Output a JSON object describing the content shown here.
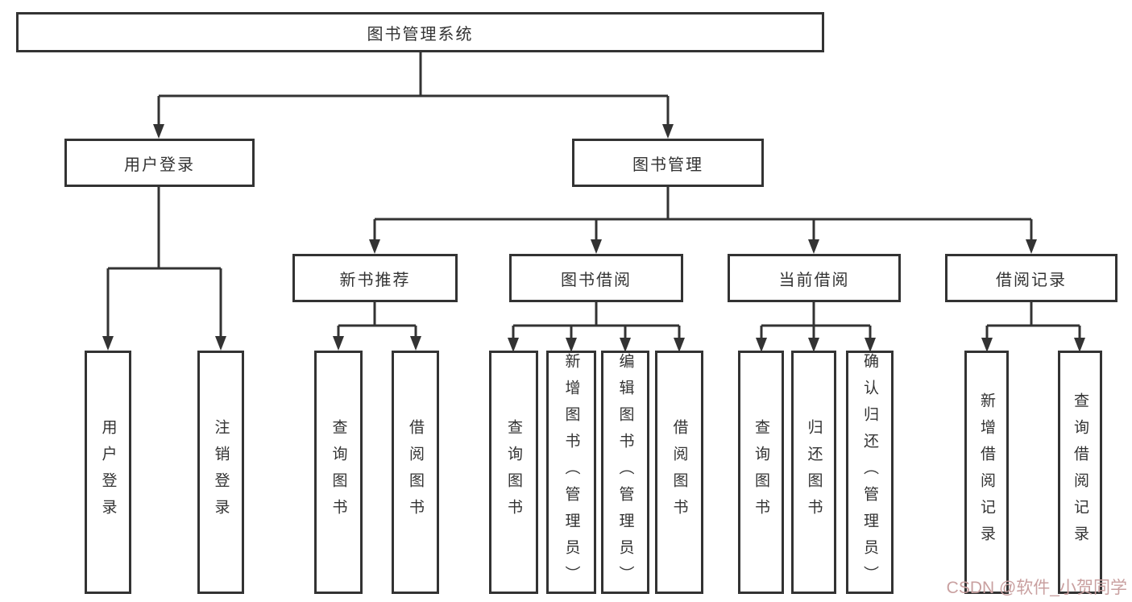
{
  "diagram_title": "图书管理系统",
  "tree": {
    "root": {
      "label": "图书管理系统",
      "children": [
        {
          "label": "用户登录",
          "children": [
            {
              "label": "用户登录"
            },
            {
              "label": "注销登录"
            }
          ]
        },
        {
          "label": "图书管理",
          "children": [
            {
              "label": "新书推荐",
              "children": [
                {
                  "label": "查询图书"
                },
                {
                  "label": "借阅图书"
                }
              ]
            },
            {
              "label": "图书借阅",
              "children": [
                {
                  "label": "查询图书"
                },
                {
                  "label": "新增图书（管理员）"
                },
                {
                  "label": "编辑图书（管理员）"
                },
                {
                  "label": "借阅图书"
                }
              ]
            },
            {
              "label": "当前借阅",
              "children": [
                {
                  "label": "查询图书"
                },
                {
                  "label": "归还图书"
                },
                {
                  "label": "确认归还（管理员）"
                }
              ]
            },
            {
              "label": "借阅记录",
              "children": [
                {
                  "label": "新增借阅记录"
                },
                {
                  "label": "查询借阅记录"
                }
              ]
            }
          ]
        }
      ]
    }
  },
  "colors": {
    "line": "#333333",
    "box_border": "#333333",
    "text": "#333333",
    "background": "#ffffff"
  },
  "watermark": {
    "text": "CSDN @软件_小贺同学",
    "color": "#c9a0a0"
  }
}
